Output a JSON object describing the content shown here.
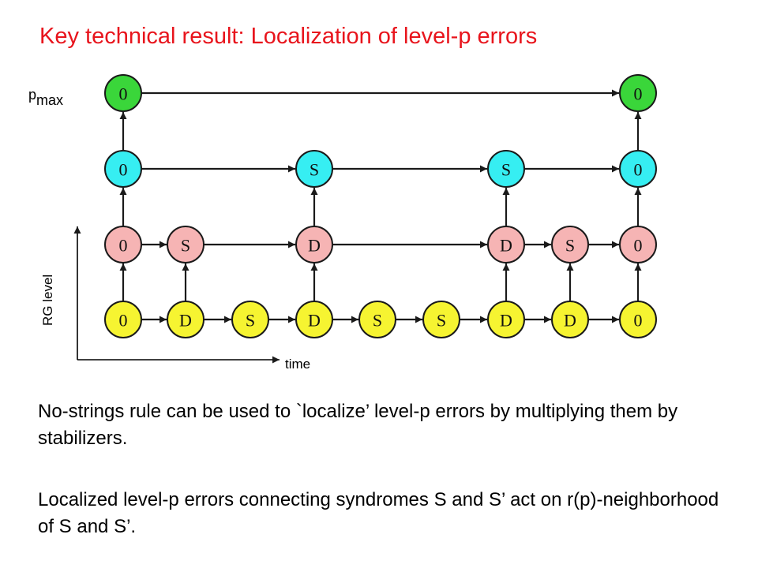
{
  "title": "Key technical result: Localization of level-p errors",
  "axis": {
    "y_label": "RG level",
    "x_label": "time",
    "top_level_main": "p",
    "top_level_sub": "max"
  },
  "colors": {
    "level0": "#f6f431",
    "level1": "#f6b4b4",
    "level2": "#36eef2",
    "level3": "#3ad63a",
    "stroke": "#1a1a1a"
  },
  "levels": [
    {
      "nodes": [
        {
          "label": "0",
          "col": 0
        },
        {
          "label": "D",
          "col": 1
        },
        {
          "label": "S",
          "col": 2
        },
        {
          "label": "D",
          "col": 3
        },
        {
          "label": "S",
          "col": 4
        },
        {
          "label": "S",
          "col": 5
        },
        {
          "label": "D",
          "col": 6
        },
        {
          "label": "D",
          "col": 7
        },
        {
          "label": "0",
          "col": 8
        }
      ]
    },
    {
      "nodes": [
        {
          "label": "0",
          "col": 0
        },
        {
          "label": "S",
          "col": 1
        },
        {
          "label": "D",
          "col": 3
        },
        {
          "label": "D",
          "col": 6
        },
        {
          "label": "S",
          "col": 7
        },
        {
          "label": "0",
          "col": 8
        }
      ]
    },
    {
      "nodes": [
        {
          "label": "0",
          "col": 0
        },
        {
          "label": "S",
          "col": 3
        },
        {
          "label": "S",
          "col": 6
        },
        {
          "label": "0",
          "col": 8
        }
      ]
    },
    {
      "nodes": [
        {
          "label": "0",
          "col": 0
        },
        {
          "label": "0",
          "col": 8
        }
      ]
    }
  ],
  "paragraphs": [
    "No-strings rule can be used to `localize’ level-p errors by multiplying them by stabilizers.",
    "Localized level-p errors connecting syndromes S and S’ act on r(p)-neighborhood of S and S’."
  ]
}
